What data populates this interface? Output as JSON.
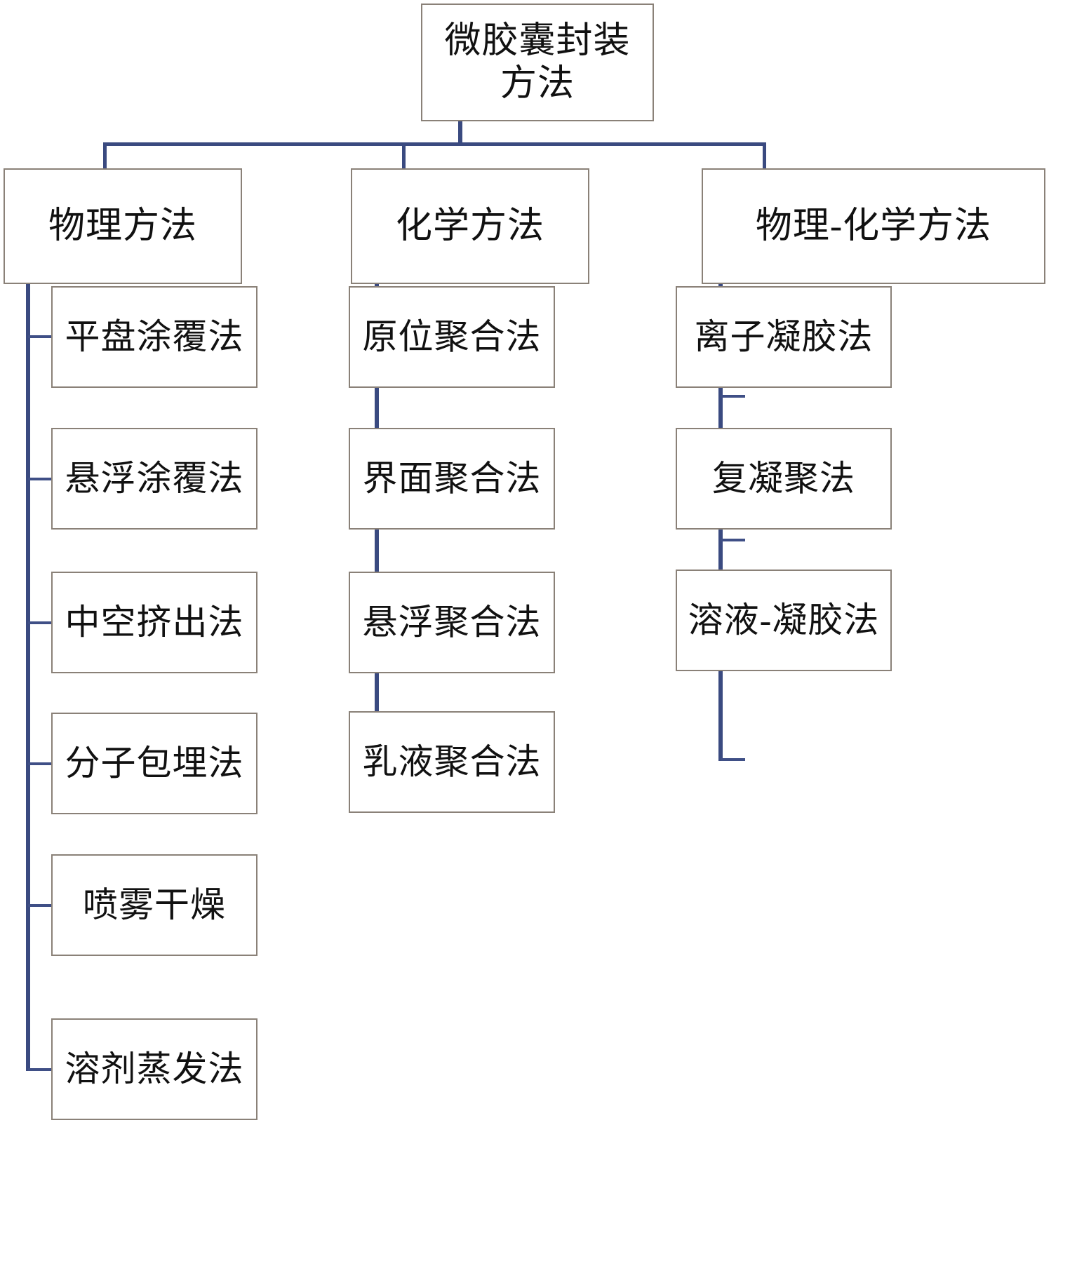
{
  "diagram": {
    "type": "tree-hierarchy",
    "title": "微胶囊封装方法",
    "accent_color": "#3f4f86",
    "box_border_color": "#8a8178",
    "background_color": "#ffffff",
    "root": {
      "label": "微胶囊封装\n方法"
    },
    "branches": [
      {
        "label": "物理方法",
        "children": [
          {
            "label": "平盘涂覆法"
          },
          {
            "label": "悬浮涂覆法"
          },
          {
            "label": "中空挤出法"
          },
          {
            "label": "分子包埋法"
          },
          {
            "label": "喷雾干燥"
          },
          {
            "label": "溶剂蒸发法"
          }
        ]
      },
      {
        "label": "化学方法",
        "children": [
          {
            "label": "原位聚合法"
          },
          {
            "label": "界面聚合法"
          },
          {
            "label": "悬浮聚合法"
          },
          {
            "label": "乳液聚合法"
          }
        ]
      },
      {
        "label": "物理-化学方法",
        "children": [
          {
            "label": "离子凝胶法"
          },
          {
            "label": "复凝聚法"
          },
          {
            "label": "溶液-凝胶法"
          }
        ]
      }
    ]
  }
}
